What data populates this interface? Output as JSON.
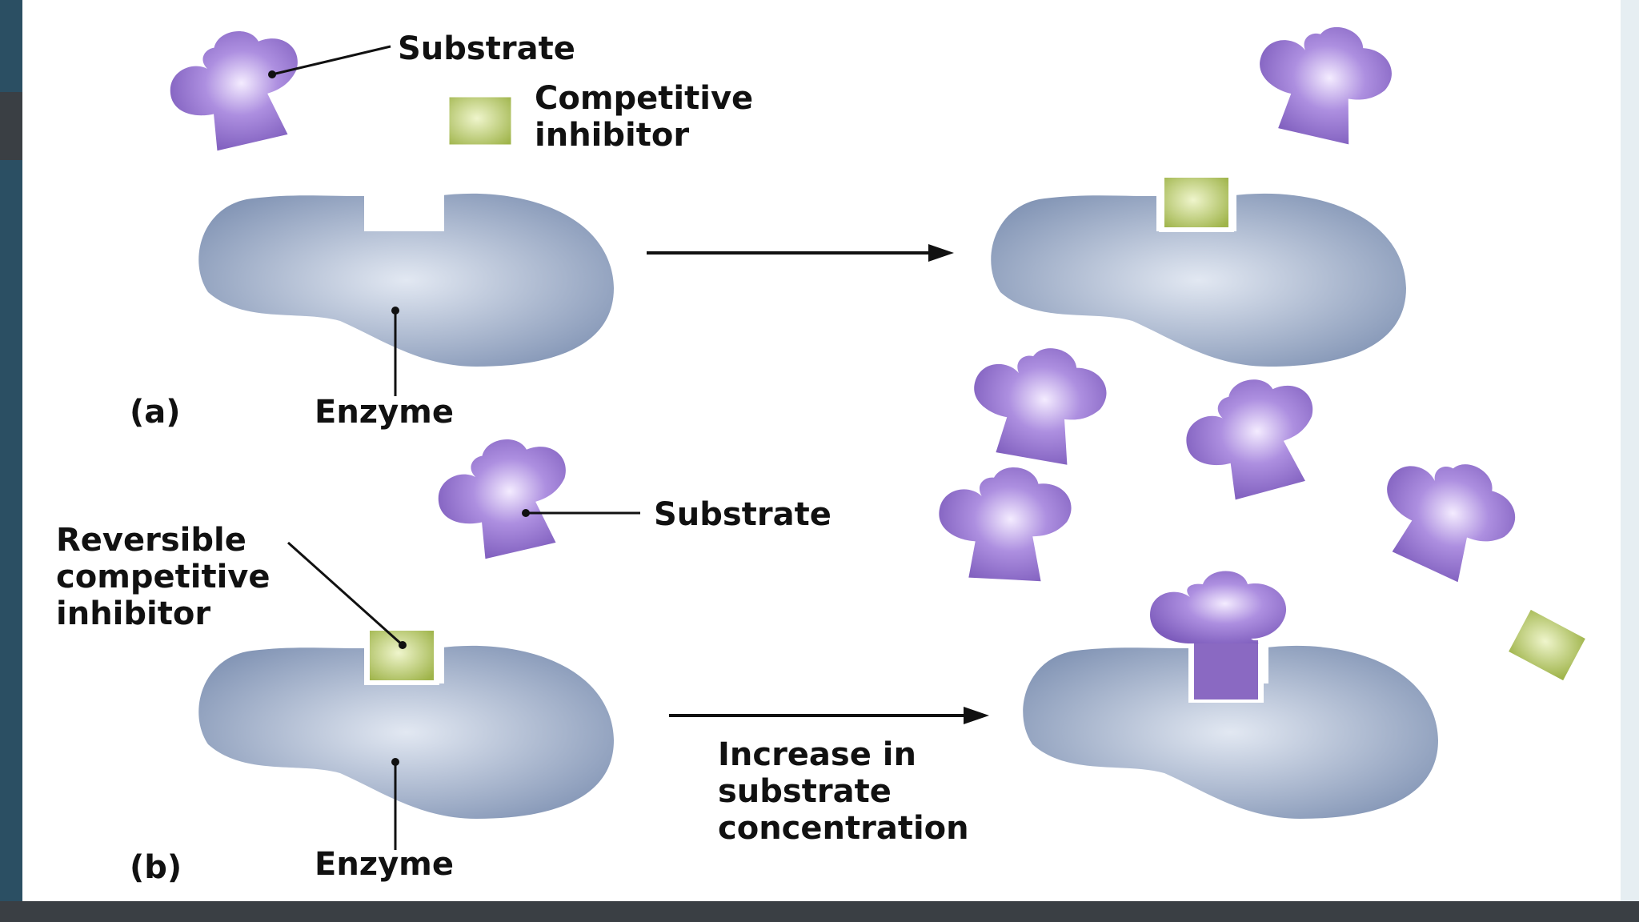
{
  "labels": {
    "substrate_a": "Substrate",
    "competitive_inhibitor_line1": "Competitive",
    "competitive_inhibitor_line2": "inhibitor",
    "enzyme_a": "Enzyme",
    "panel_a": "(a)",
    "substrate_b": "Substrate",
    "reversible_line1": "Reversible",
    "reversible_line2": "competitive",
    "reversible_line3": "inhibitor",
    "enzyme_b": "Enzyme",
    "panel_b": "(b)",
    "increase_line1": "Increase in",
    "increase_line2": "substrate",
    "increase_line3": "concentration"
  },
  "colors": {
    "enzyme": "#8d9fbc",
    "enzyme_highlight": "#dfe6f1",
    "substrate": "#8a69c2",
    "substrate_highlight": "#f2e9ff",
    "inhibitor": "#a9bf4e",
    "inhibitor_highlight": "#eef4c8",
    "left_bar": "#2b4f63",
    "bottom_bar": "#3a3f44",
    "right_edge": "#dfe9ee",
    "text": "#111111"
  }
}
